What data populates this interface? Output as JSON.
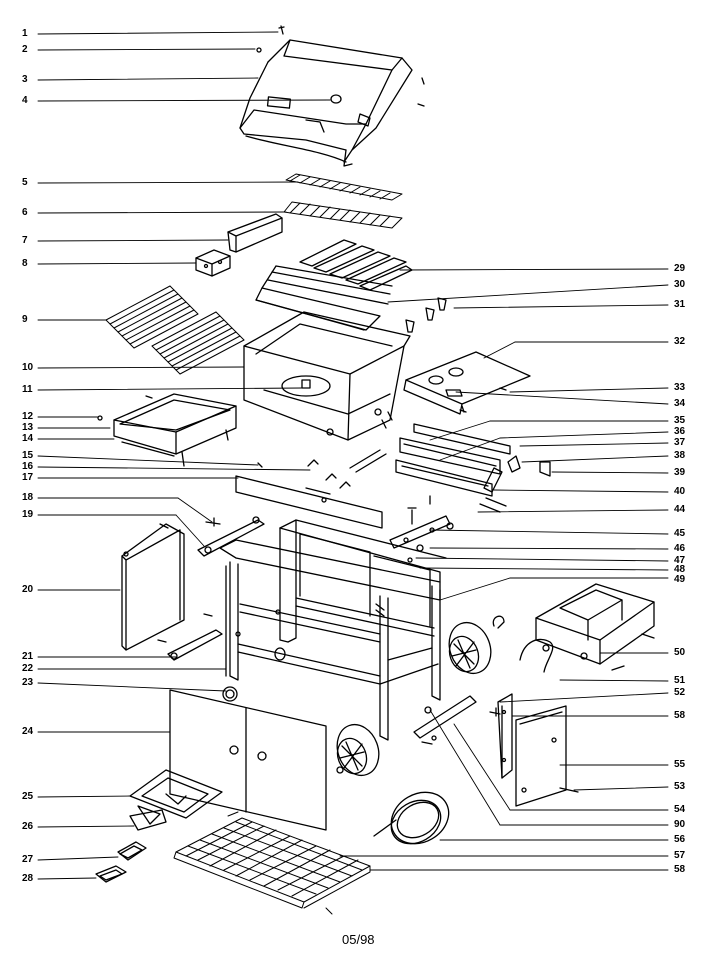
{
  "header_fragment": "-----",
  "footer_date": "05/98",
  "callouts_left": [
    "1",
    "2",
    "3",
    "4",
    "5",
    "6",
    "7",
    "8",
    "9",
    "10",
    "11",
    "12",
    "13",
    "14",
    "15",
    "16",
    "17",
    "18",
    "19",
    "20",
    "21",
    "22",
    "23",
    "24",
    "25",
    "26",
    "27",
    "28"
  ],
  "callouts_right": [
    "29",
    "30",
    "31",
    "32",
    "33",
    "34",
    "35",
    "36",
    "37",
    "38",
    "39",
    "40",
    "44",
    "45",
    "46",
    "47",
    "48",
    "49",
    "50",
    "51",
    "52",
    "58",
    "55",
    "53",
    "54",
    "90",
    "56",
    "57",
    "58"
  ]
}
